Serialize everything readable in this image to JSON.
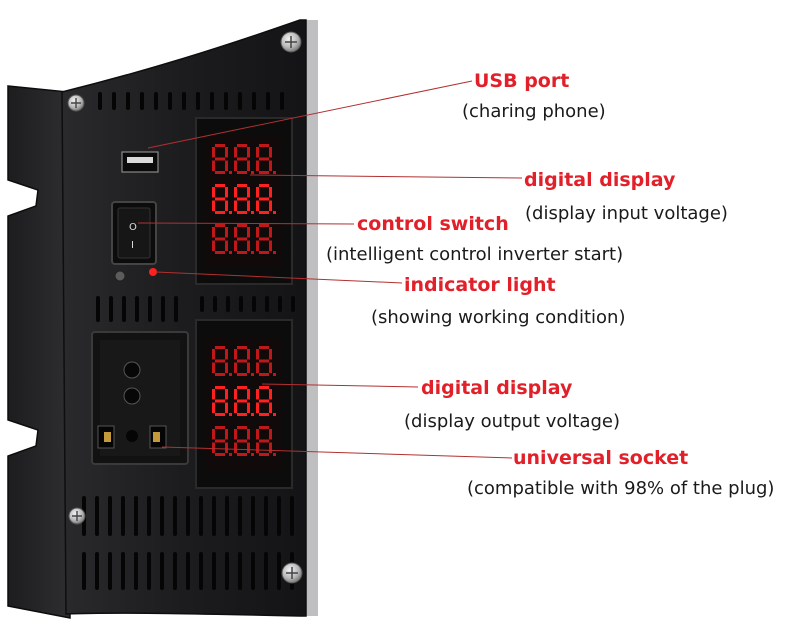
{
  "annotations": [
    {
      "id": "usb-port",
      "title": "USB port",
      "subtitle": "(charing phone)"
    },
    {
      "id": "digital-display-input",
      "title": "digital display",
      "subtitle": "(display input voltage)"
    },
    {
      "id": "control-switch",
      "title": "control switch",
      "subtitle": "(intelligent control inverter start)"
    },
    {
      "id": "indicator-light",
      "title": "indicator light",
      "subtitle": "(showing working condition)"
    },
    {
      "id": "digital-display-output",
      "title": "digital display",
      "subtitle": "(display output voltage)"
    },
    {
      "id": "universal-socket",
      "title": "universal socket",
      "subtitle": "(compatible with 98% of the plug)"
    }
  ],
  "device": {
    "switch_symbols": {
      "on": "I",
      "off": "O"
    },
    "display_input_digits": "8.8.8",
    "display_output_digits": "8.8.8"
  },
  "colors": {
    "label_title": "#e1202a",
    "label_subtitle": "#1a1a1a",
    "panel": "#1b1b1d",
    "led_red": "#ff2020",
    "leader_line": "#b23030"
  }
}
